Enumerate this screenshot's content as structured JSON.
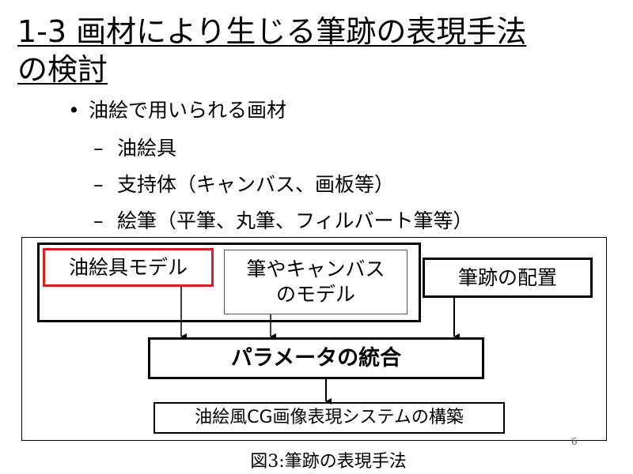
{
  "slide": {
    "title_line1": "1-3 画材により生じる筆跡の表現手法",
    "title_line2": "の検討",
    "bullet": "油絵で用いられる画材",
    "sub_items": [
      "油絵具",
      "支持体（キャンバス、画板等）",
      "絵筆（平筆、丸筆、フィルバート筆等）"
    ],
    "bullet_marker": "•",
    "dash_marker": "–",
    "page_number": "6",
    "caption": "図3:筆跡の表現手法"
  },
  "figure": {
    "oil_paint_model": "油絵具モデル",
    "brush_canvas_model_line1": "筆やキャンバス",
    "brush_canvas_model_line2": "のモデル",
    "stroke_placement": "筆跡の配置",
    "parameter_integration": "パラメータの統合",
    "cg_system": "油絵風CG画像表現システムの構築",
    "highlight_color": "#d42020"
  }
}
